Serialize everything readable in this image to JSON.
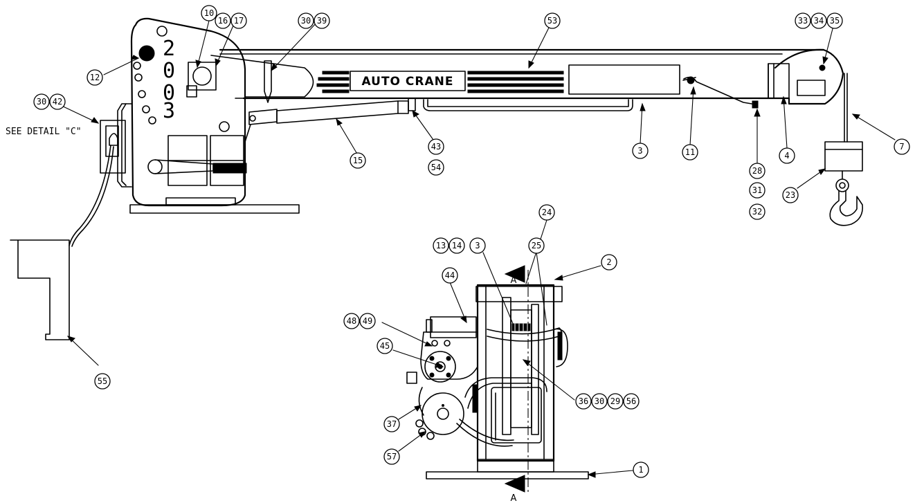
{
  "brand_text": "AUTO CRANE",
  "detail_note": "SEE DETAIL \"C\"",
  "section_mark": "A",
  "capacity_digits": [
    "2",
    "0",
    "0",
    "3"
  ],
  "callouts": [
    {
      "id": "c10",
      "label": "10"
    },
    {
      "id": "c16",
      "label": "16"
    },
    {
      "id": "c17",
      "label": "17"
    },
    {
      "id": "c30a",
      "label": "30"
    },
    {
      "id": "c39",
      "label": "39"
    },
    {
      "id": "c53",
      "label": "53"
    },
    {
      "id": "c33",
      "label": "33"
    },
    {
      "id": "c34",
      "label": "34"
    },
    {
      "id": "c35",
      "label": "35"
    },
    {
      "id": "c12",
      "label": "12"
    },
    {
      "id": "c30b",
      "label": "30"
    },
    {
      "id": "c42",
      "label": "42"
    },
    {
      "id": "c43",
      "label": "43"
    },
    {
      "id": "c54",
      "label": "54"
    },
    {
      "id": "c15",
      "label": "15"
    },
    {
      "id": "c3a",
      "label": "3"
    },
    {
      "id": "c11",
      "label": "11"
    },
    {
      "id": "c4",
      "label": "4"
    },
    {
      "id": "c7",
      "label": "7"
    },
    {
      "id": "c28",
      "label": "28"
    },
    {
      "id": "c31",
      "label": "31"
    },
    {
      "id": "c32",
      "label": "32"
    },
    {
      "id": "c23",
      "label": "23"
    },
    {
      "id": "c55",
      "label": "55"
    },
    {
      "id": "c24",
      "label": "24"
    },
    {
      "id": "c13",
      "label": "13"
    },
    {
      "id": "c14",
      "label": "14"
    },
    {
      "id": "c3b",
      "label": "3"
    },
    {
      "id": "c25",
      "label": "25"
    },
    {
      "id": "c2",
      "label": "2"
    },
    {
      "id": "c44",
      "label": "44"
    },
    {
      "id": "c48",
      "label": "48"
    },
    {
      "id": "c49",
      "label": "49"
    },
    {
      "id": "c45",
      "label": "45"
    },
    {
      "id": "c36",
      "label": "36"
    },
    {
      "id": "c30c",
      "label": "30"
    },
    {
      "id": "c29",
      "label": "29"
    },
    {
      "id": "c56",
      "label": "56"
    },
    {
      "id": "c37",
      "label": "37"
    },
    {
      "id": "c57",
      "label": "57"
    },
    {
      "id": "c1",
      "label": "1"
    }
  ]
}
